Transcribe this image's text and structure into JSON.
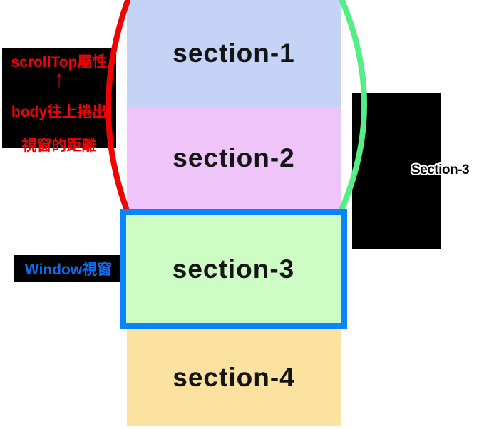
{
  "page": {
    "background": "#ffffff"
  },
  "colors": {
    "section1_bg": "#c5d4f6",
    "section2_bg": "#efc4f8",
    "section3_bg": "#cdfdc5",
    "section4_bg": "#fce2a0",
    "viewport_border": "#0a84fa",
    "annotation_bg": "#000000",
    "scrolltop_text": "#ee0404",
    "window_text": "#0a6cf5",
    "brace_left": "#ee0404",
    "brace_right": "#55ed85",
    "section_text": "#141414"
  },
  "sections": [
    {
      "label": "section-1"
    },
    {
      "label": "section-2"
    },
    {
      "label": "section-3"
    },
    {
      "label": "section-4"
    }
  ],
  "annotations": {
    "scrolltop_box": {
      "title": "scrollTop屬性",
      "arrow": "↑",
      "desc_line1": "body往上捲出",
      "desc_line2": "視窗的距離"
    },
    "window_box": {
      "label": "Window視窗"
    },
    "right_box": {
      "label": "Section-3"
    }
  }
}
